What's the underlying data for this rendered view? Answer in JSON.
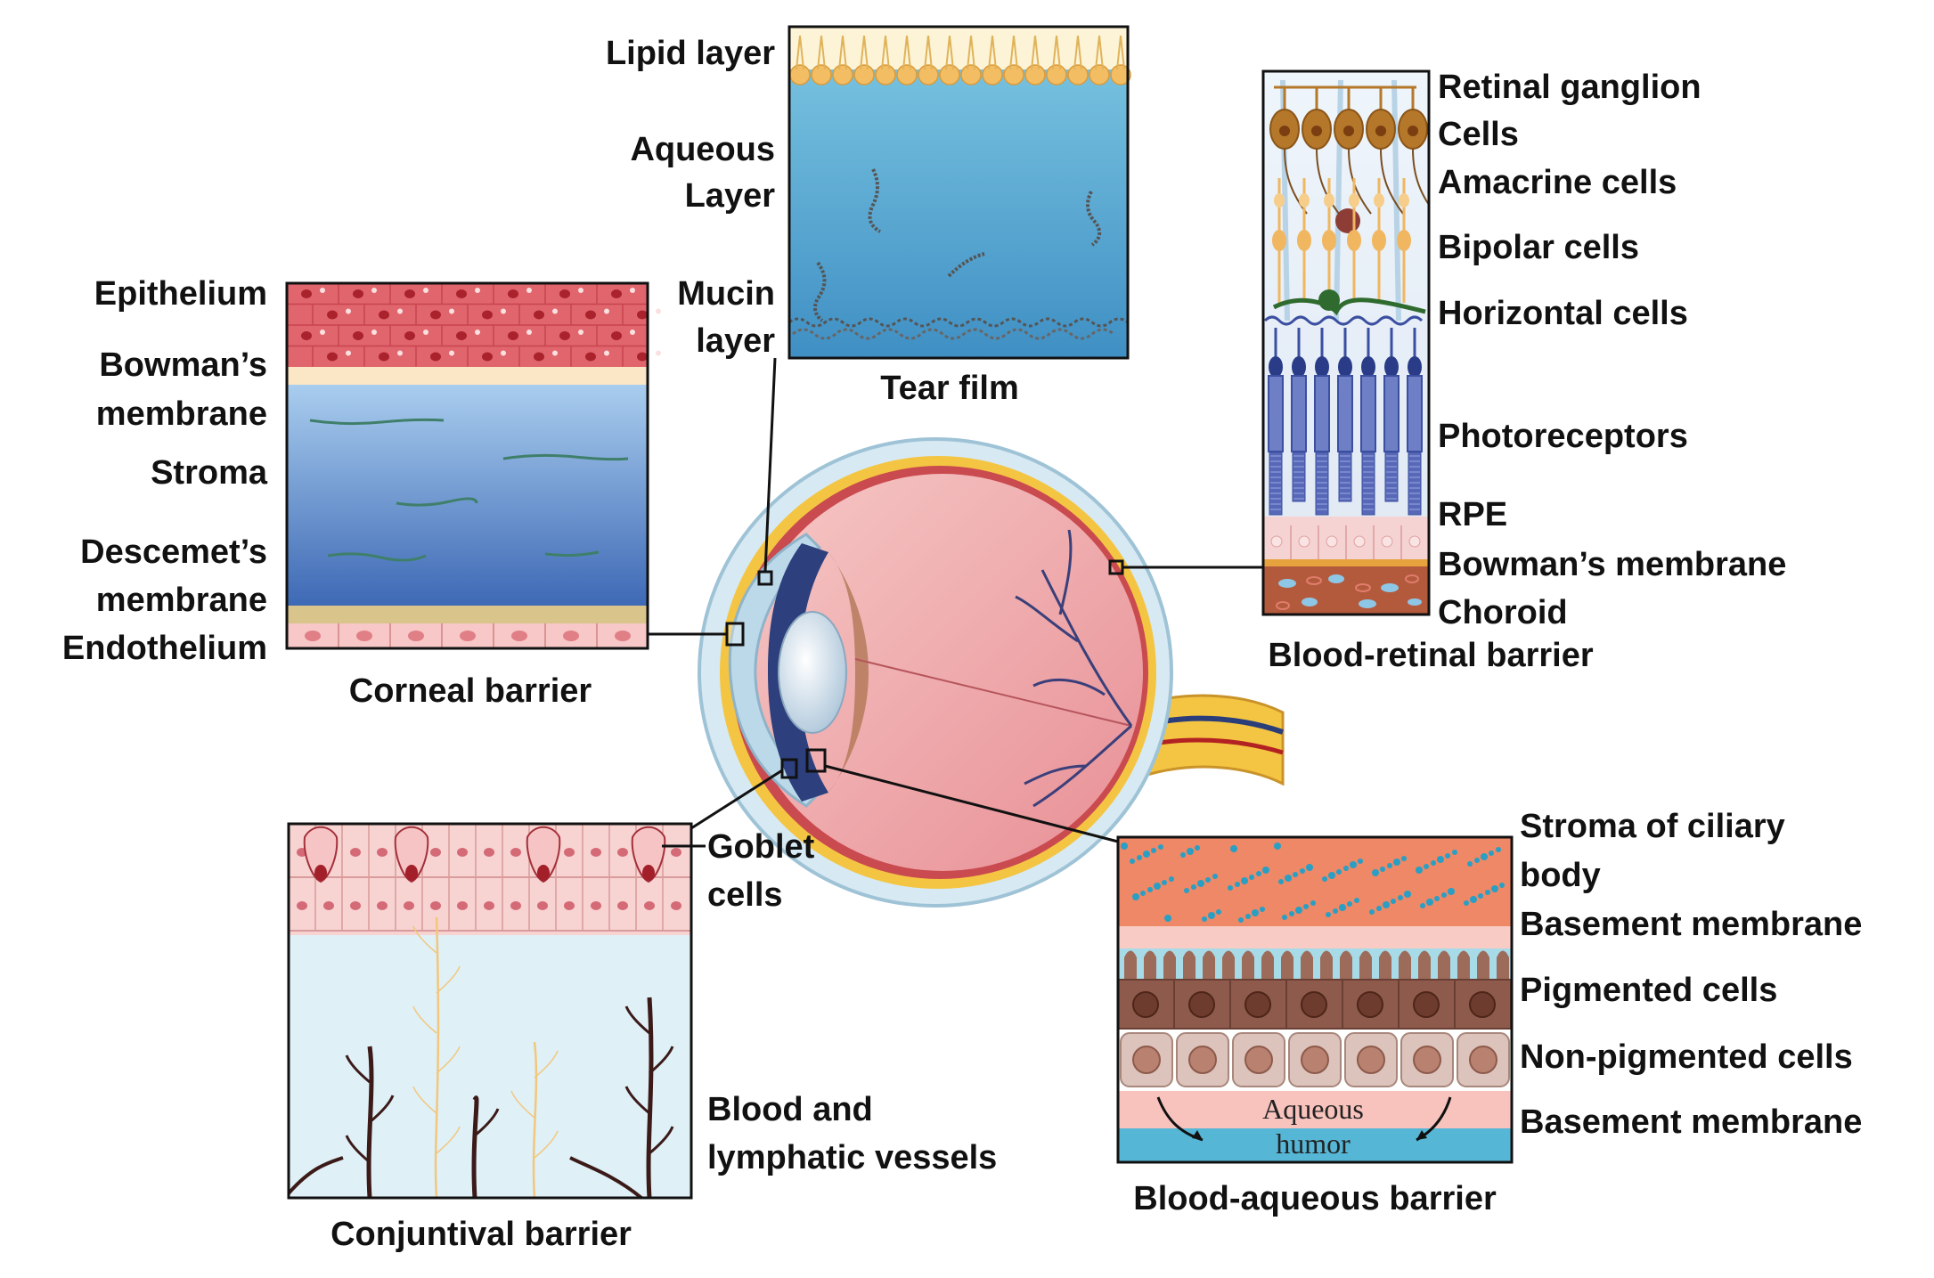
{
  "tear_film": {
    "title": "Tear film",
    "labels": [
      "Lipid layer",
      "Aqueous",
      "Layer",
      "Mucin",
      "layer"
    ]
  },
  "corneal": {
    "title": "Corneal barrier",
    "labels": [
      "Epithelium",
      "Bowman’s",
      "membrane",
      "Stroma",
      "Descemet’s",
      "membrane",
      "Endothelium"
    ]
  },
  "retinal": {
    "title": "Blood-retinal barrier",
    "labels": [
      "Retinal ganglion",
      "Cells",
      "Amacrine cells",
      "Bipolar cells",
      "Horizontal cells",
      "Photoreceptors",
      "RPE",
      "Bowman’s membrane",
      "Choroid"
    ]
  },
  "conjunctival": {
    "title": "Conjuntival barrier",
    "labels": [
      "Goblet",
      "cells",
      "Blood and",
      "lymphatic vessels"
    ]
  },
  "aqueous": {
    "title": "Blood-aqueous barrier",
    "labels": [
      "Stroma of ciliary",
      "body",
      "Basement membrane",
      "Pigmented cells",
      "Non-pigmented cells",
      "Basement membrane"
    ],
    "inner_labels": [
      "Aqueous",
      "humor"
    ]
  }
}
